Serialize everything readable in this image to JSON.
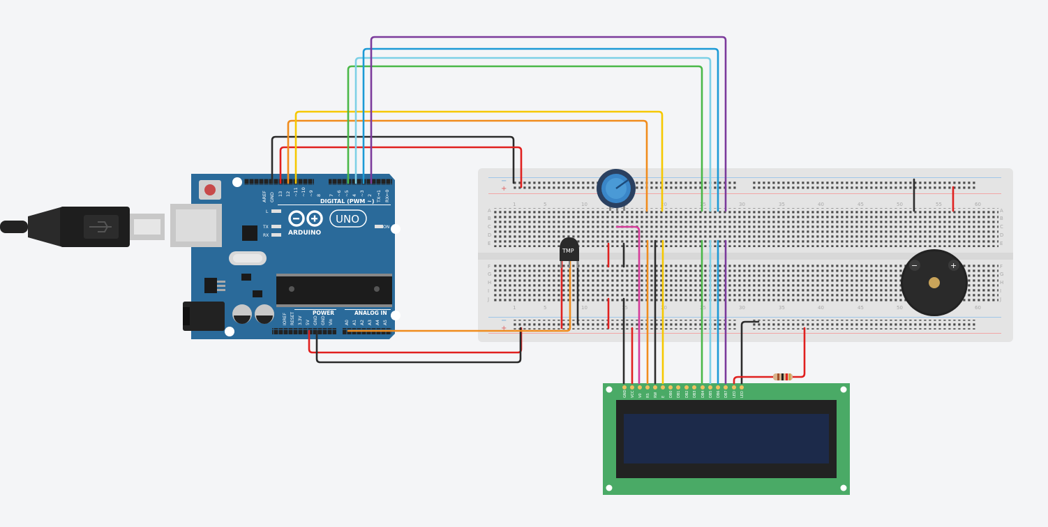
{
  "arduino": {
    "logo_text": "ARDUINO",
    "model_text": "UNO",
    "digital_label": "DIGITAL (PWM ~)",
    "power_label": "POWER",
    "analog_label": "ANALOG IN",
    "on_label": "ON",
    "l_label": "L",
    "tx_label": "TX",
    "rx_label": "RX",
    "top_pins": [
      "AREF",
      "GND",
      "13",
      "12",
      "~11",
      "~10",
      "~9",
      "8",
      "7",
      "~6",
      "~5",
      "4",
      "~3",
      "2",
      "TX→1",
      "RX←0"
    ],
    "bottom_pins": [
      "IOREF",
      "RESET",
      "3.3V",
      "5V",
      "GND",
      "GND",
      "Vin",
      "A0",
      "A1",
      "A2",
      "A3",
      "A4",
      "A5"
    ]
  },
  "breadboard": {
    "row_letters_top": [
      "A",
      "B",
      "C",
      "D",
      "E"
    ],
    "row_letters_bottom": [
      "F",
      "G",
      "H",
      "I",
      "J"
    ],
    "column_numbers": [
      "1",
      "5",
      "10",
      "15",
      "20",
      "25",
      "30",
      "35",
      "40",
      "45",
      "50",
      "55",
      "60"
    ],
    "rail_minus": "−",
    "rail_plus": "+"
  },
  "sensor": {
    "label": "TMP"
  },
  "buzzer": {
    "minus": "−",
    "plus": "+"
  },
  "lcd": {
    "pins": [
      "GND",
      "VCC",
      "V0",
      "RS",
      "RW",
      "E",
      "DB0",
      "DB1",
      "DB2",
      "DB3",
      "DB4",
      "DB5",
      "DB6",
      "DB7",
      "LED",
      "LED"
    ]
  },
  "colors": {
    "canvas": "#f4f5f7",
    "board": "#2a6a9a",
    "breadboard": "#e4e4e4",
    "wire_red": "#e0201f",
    "wire_black": "#2b2b2b",
    "wire_orange": "#f08c1d",
    "wire_yellow": "#f6c800",
    "wire_green": "#4ab848",
    "wire_lightblue": "#7dd0e6",
    "wire_blue": "#1c9ad6",
    "wire_purple": "#7b3a9b",
    "wire_magenta": "#d63c9a",
    "lcd_pcb": "#4aaa66",
    "lcd_screen": "#1c2a4a"
  }
}
